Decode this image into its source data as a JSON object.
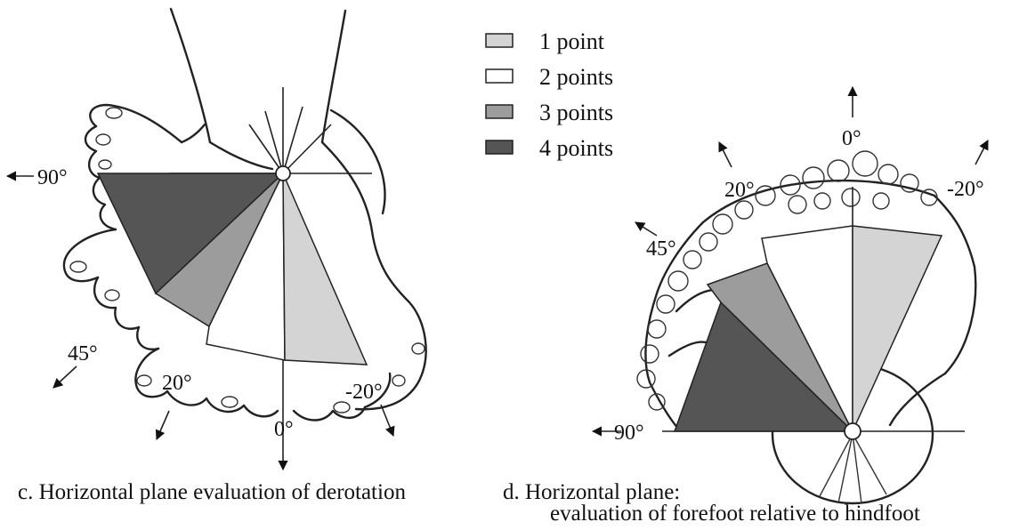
{
  "legend": [
    {
      "label": "1 point",
      "color": "#d4d4d4"
    },
    {
      "label": "2 points",
      "color": "#ffffff"
    },
    {
      "label": "3 points",
      "color": "#9c9c9c"
    },
    {
      "label": "4 points",
      "color": "#555555"
    }
  ],
  "panel_c": {
    "caption": "c. Horizontal plane evaluation of derotation",
    "angles": {
      "a90": "90°",
      "a45": "45°",
      "a20": "20°",
      "a0": "0°",
      "am20": "-20°"
    }
  },
  "panel_d": {
    "caption_line1": "d. Horizontal plane:",
    "caption_line2": "evaluation of forefoot relative to hindfoot",
    "angles": {
      "a0": "0°",
      "a20": "20°",
      "am20": "-20°",
      "a45": "45°",
      "a90": "90°"
    }
  }
}
